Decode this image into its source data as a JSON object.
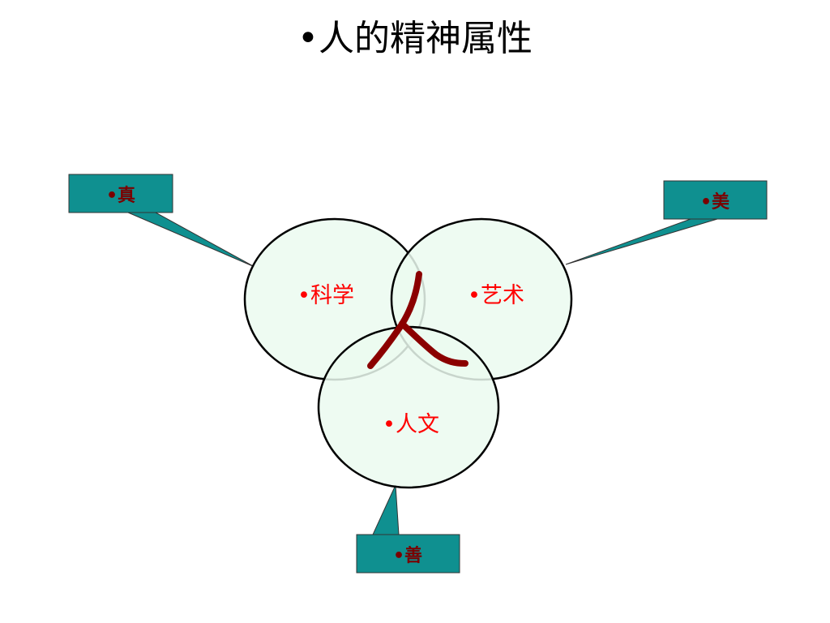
{
  "slide": {
    "title": "•人的精神属性"
  },
  "colors": {
    "circle_fill": "#ebfaf0",
    "circle_stroke": "#000000",
    "callout_fill": "#0f9090",
    "callout_stroke": "#333333",
    "label_red": "#ff0000",
    "callout_text": "#7a0000",
    "glyph_color": "#8b0000"
  },
  "circles": {
    "science": {
      "label": "•科学"
    },
    "art": {
      "label": "•艺术"
    },
    "humanities": {
      "label": "•人文"
    }
  },
  "callouts": {
    "truth": {
      "label": "•真"
    },
    "beauty": {
      "label": "•美"
    },
    "goodness": {
      "label": "•善"
    }
  },
  "center_glyph": {
    "icon": "handwritten-ren-character"
  }
}
